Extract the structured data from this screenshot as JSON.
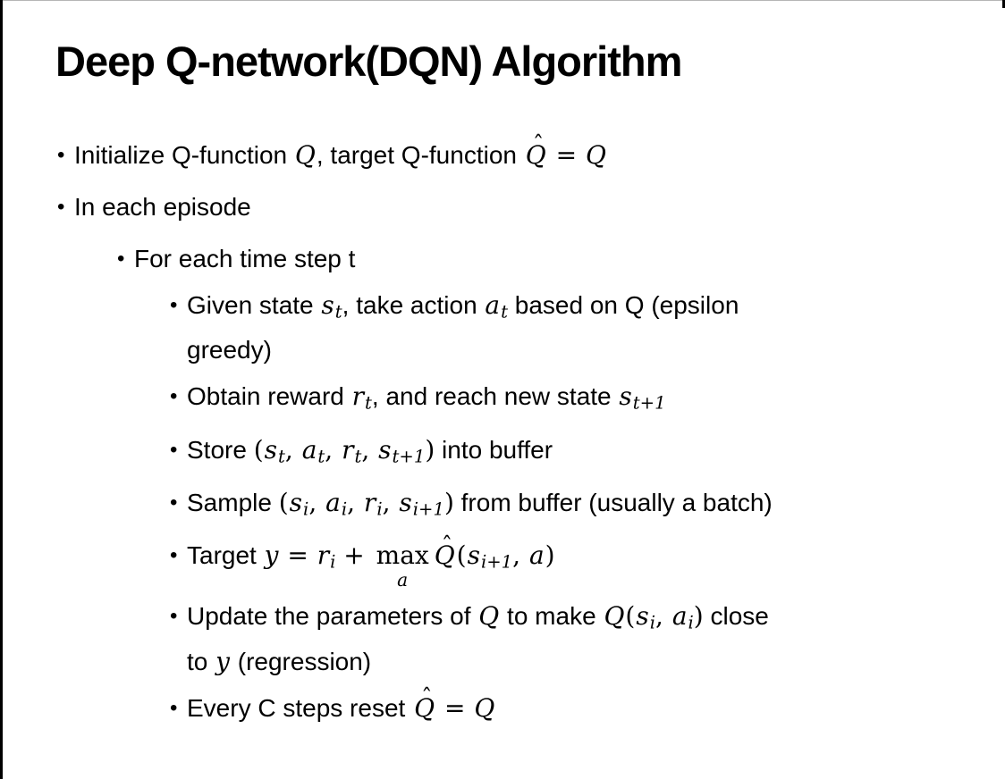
{
  "frame": {
    "background": "#ffffff",
    "border_color": "#000000",
    "top_line_color": "#b5b5b5"
  },
  "slide": {
    "title": "Deep Q-network(DQN) Algorithm",
    "bullet_char": "•",
    "hat_char": "ˆ",
    "bullets": [
      {
        "level": 1,
        "segments": [
          {
            "t": "t",
            "v": "Initialize Q-function "
          },
          {
            "t": "m",
            "v": "Q"
          },
          {
            "t": "t",
            "v": ", target Q-function "
          },
          {
            "t": "h",
            "v": "Q"
          },
          {
            "t": "r",
            "v": " = "
          },
          {
            "t": "m",
            "v": "Q"
          }
        ]
      },
      {
        "level": 1,
        "segments": [
          {
            "t": "t",
            "v": "In each episode"
          }
        ]
      },
      {
        "level": 2,
        "segments": [
          {
            "t": "t",
            "v": "For each time step t"
          }
        ]
      },
      {
        "level": 3,
        "segments": [
          {
            "t": "t",
            "v": "Given state "
          },
          {
            "t": "m",
            "v": "s"
          },
          {
            "t": "s",
            "v": "t"
          },
          {
            "t": "t",
            "v": ", take action "
          },
          {
            "t": "m",
            "v": "a"
          },
          {
            "t": "s",
            "v": "t"
          },
          {
            "t": "t",
            "v": " based on Q (epsilon"
          },
          {
            "t": "br"
          },
          {
            "t": "t",
            "v": "greedy)"
          }
        ]
      },
      {
        "level": 3,
        "segments": [
          {
            "t": "t",
            "v": "Obtain reward "
          },
          {
            "t": "m",
            "v": "r"
          },
          {
            "t": "s",
            "v": "t"
          },
          {
            "t": "t",
            "v": ", and reach new state "
          },
          {
            "t": "m",
            "v": "s"
          },
          {
            "t": "s",
            "v": "t+1"
          }
        ]
      },
      {
        "level": 3,
        "segments": [
          {
            "t": "t",
            "v": "Store "
          },
          {
            "t": "r",
            "v": "("
          },
          {
            "t": "m",
            "v": "s"
          },
          {
            "t": "s",
            "v": "t"
          },
          {
            "t": "r",
            "v": ", "
          },
          {
            "t": "m",
            "v": "a"
          },
          {
            "t": "s",
            "v": "t"
          },
          {
            "t": "r",
            "v": ", "
          },
          {
            "t": "m",
            "v": "r"
          },
          {
            "t": "s",
            "v": "t"
          },
          {
            "t": "r",
            "v": ", "
          },
          {
            "t": "m",
            "v": "s"
          },
          {
            "t": "s",
            "v": "t+1"
          },
          {
            "t": "r",
            "v": ")"
          },
          {
            "t": "t",
            "v": " into buffer"
          }
        ]
      },
      {
        "level": 3,
        "segments": [
          {
            "t": "t",
            "v": "Sample "
          },
          {
            "t": "r",
            "v": "("
          },
          {
            "t": "m",
            "v": "s"
          },
          {
            "t": "s",
            "v": "i"
          },
          {
            "t": "r",
            "v": ", "
          },
          {
            "t": "m",
            "v": "a"
          },
          {
            "t": "s",
            "v": "i"
          },
          {
            "t": "r",
            "v": ", "
          },
          {
            "t": "m",
            "v": "r"
          },
          {
            "t": "s",
            "v": "i"
          },
          {
            "t": "r",
            "v": ", "
          },
          {
            "t": "m",
            "v": "s"
          },
          {
            "t": "s",
            "v": "i+1"
          },
          {
            "t": "r",
            "v": ")"
          },
          {
            "t": "t",
            "v": " from buffer (usually a batch)"
          }
        ]
      },
      {
        "level": 3,
        "segments": [
          {
            "t": "t",
            "v": "Target "
          },
          {
            "t": "m",
            "v": "y"
          },
          {
            "t": "r",
            "v": " = "
          },
          {
            "t": "m",
            "v": "r"
          },
          {
            "t": "s",
            "v": "i"
          },
          {
            "t": "r",
            "v": " + "
          },
          {
            "t": "x",
            "v": "max",
            "u": "a"
          },
          {
            "t": "h",
            "v": "Q"
          },
          {
            "t": "r",
            "v": "("
          },
          {
            "t": "m",
            "v": "s"
          },
          {
            "t": "s",
            "v": "i+1"
          },
          {
            "t": "r",
            "v": ", "
          },
          {
            "t": "m",
            "v": "a"
          },
          {
            "t": "r",
            "v": ")"
          }
        ]
      },
      {
        "level": 3,
        "segments": [
          {
            "t": "t",
            "v": "Update the parameters of "
          },
          {
            "t": "m",
            "v": "Q"
          },
          {
            "t": "t",
            "v": " to make "
          },
          {
            "t": "m",
            "v": "Q"
          },
          {
            "t": "r",
            "v": "("
          },
          {
            "t": "m",
            "v": "s"
          },
          {
            "t": "s",
            "v": "i"
          },
          {
            "t": "r",
            "v": ", "
          },
          {
            "t": "m",
            "v": "a"
          },
          {
            "t": "s",
            "v": "i"
          },
          {
            "t": "r",
            "v": ")"
          },
          {
            "t": "t",
            "v": " close"
          },
          {
            "t": "br"
          },
          {
            "t": "t",
            "v": "to "
          },
          {
            "t": "m",
            "v": "y"
          },
          {
            "t": "t",
            "v": " (regression)"
          }
        ]
      },
      {
        "level": 3,
        "segments": [
          {
            "t": "t",
            "v": "Every C steps reset "
          },
          {
            "t": "h",
            "v": "Q"
          },
          {
            "t": "r",
            "v": " = "
          },
          {
            "t": "m",
            "v": "Q"
          }
        ]
      }
    ]
  }
}
